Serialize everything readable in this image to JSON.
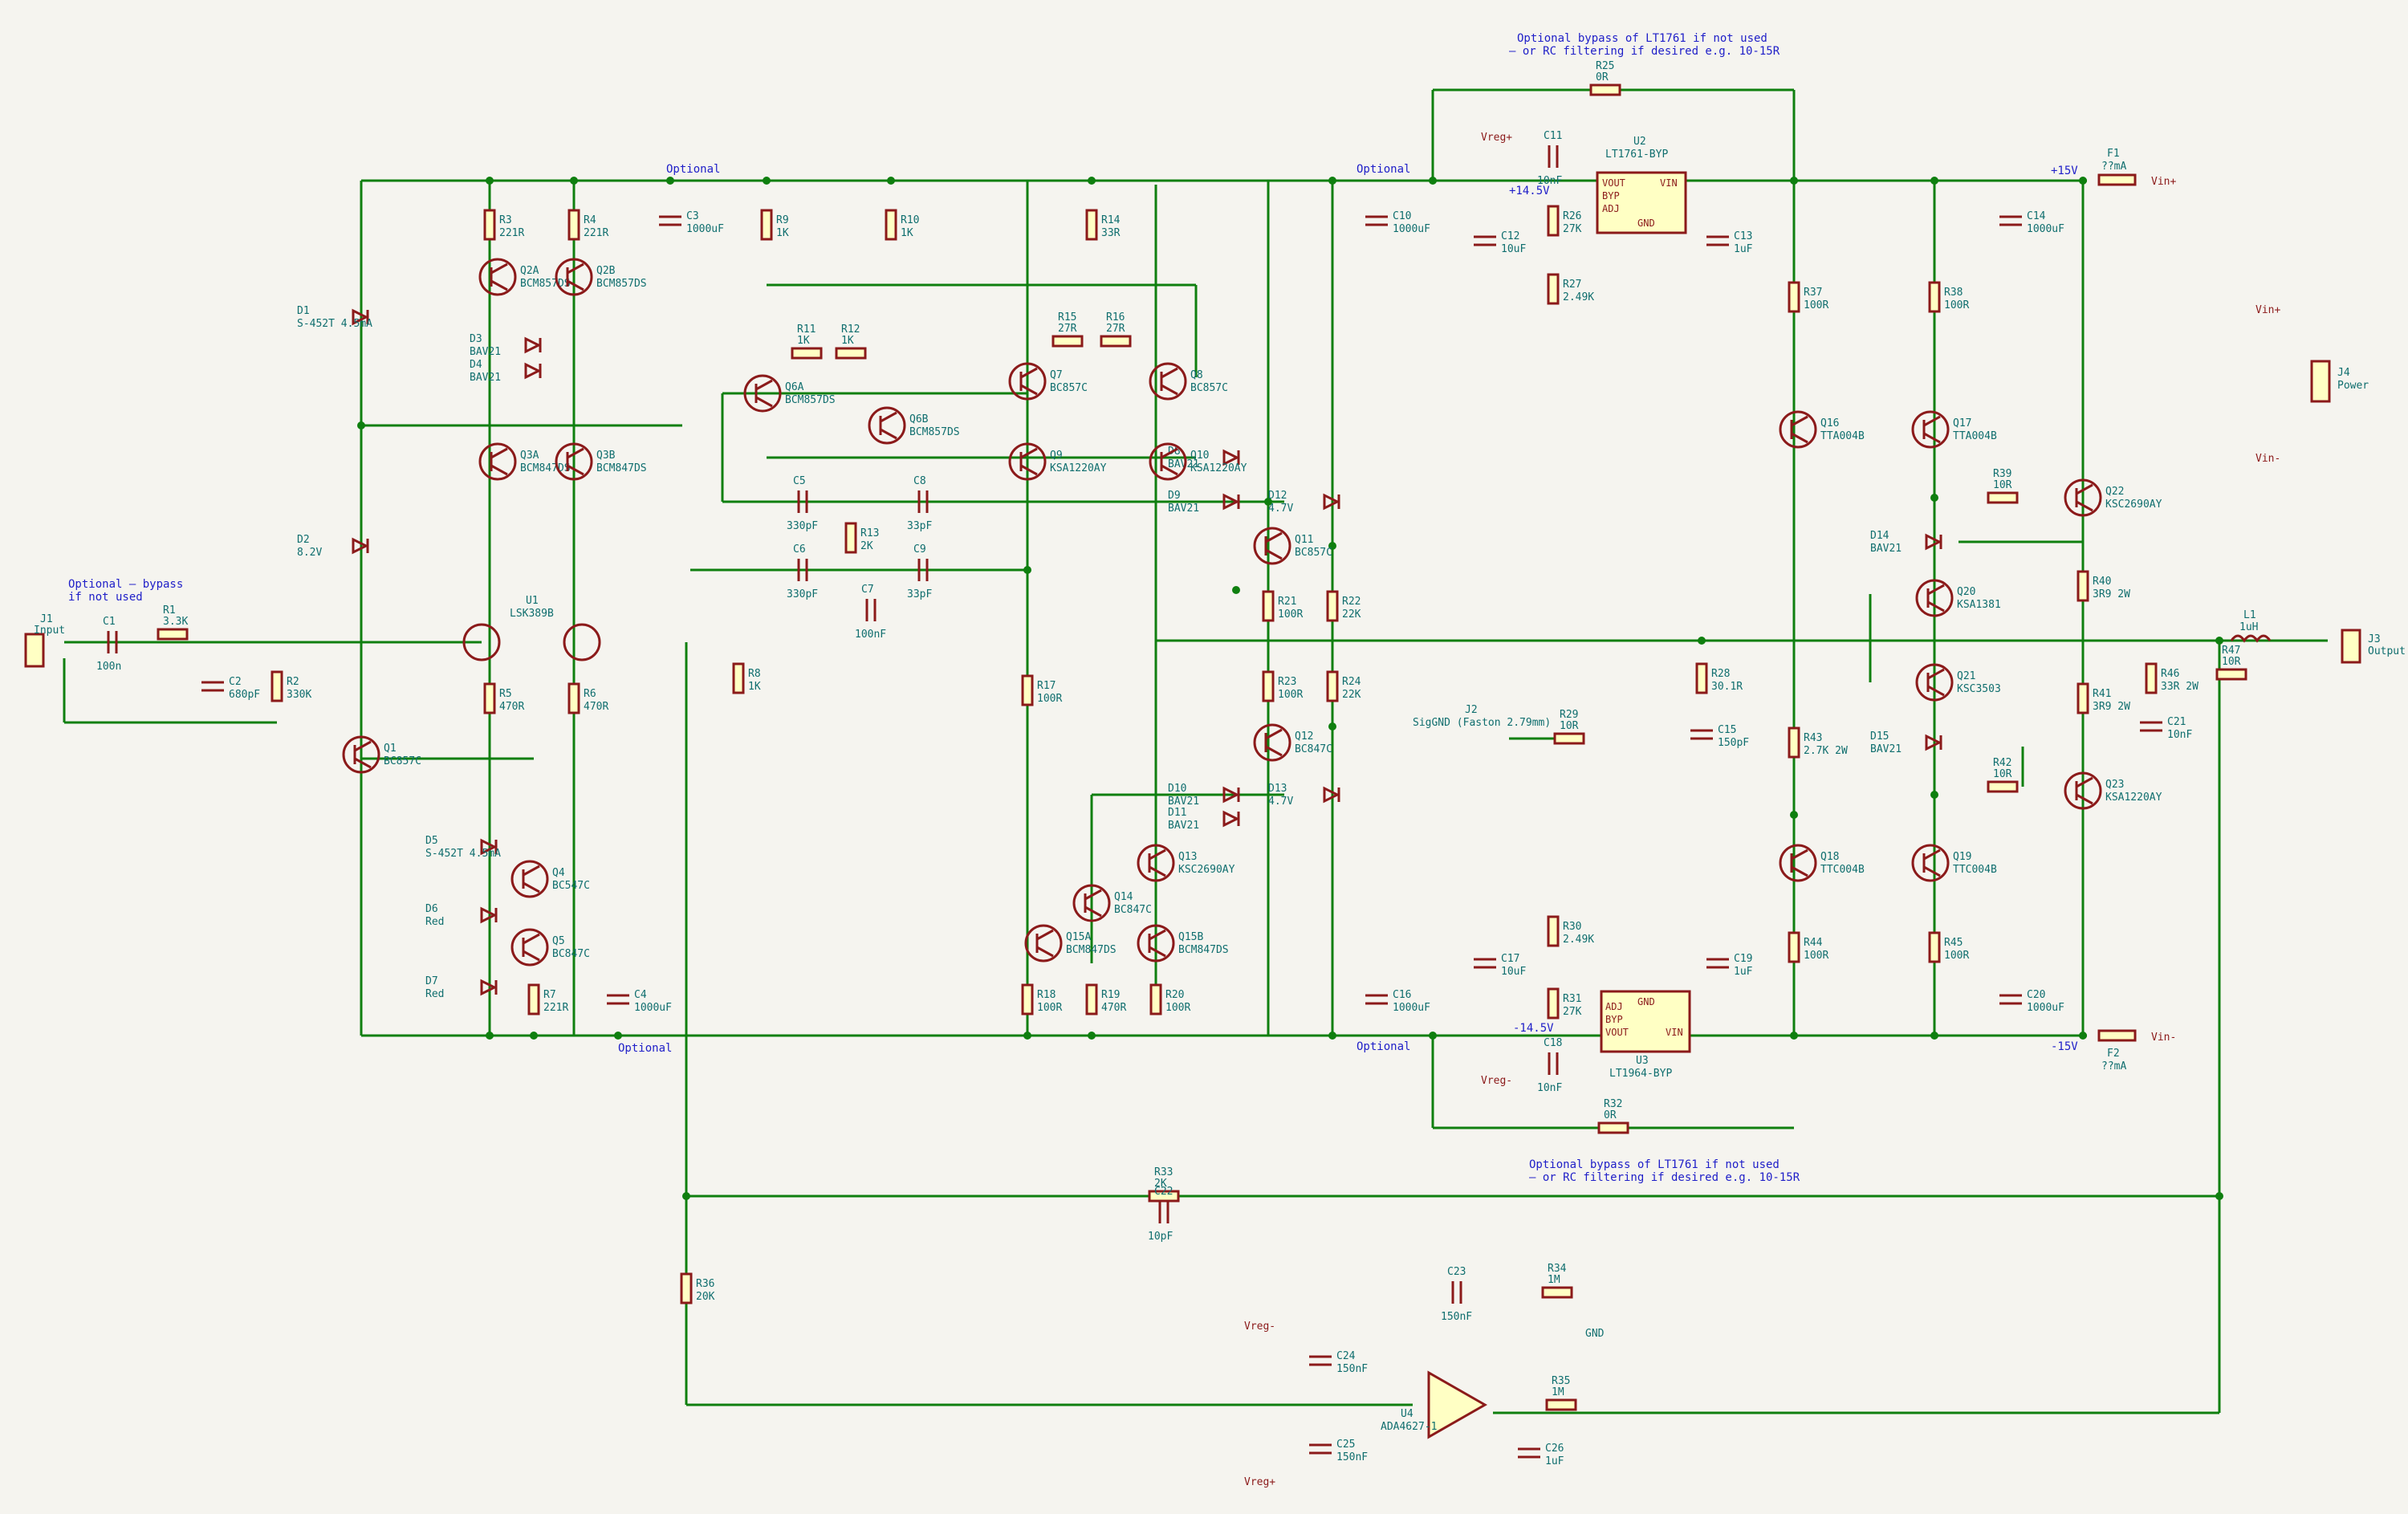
{
  "colors": {
    "wire": "#0f7f0f",
    "component": "#8b1a1a",
    "ic_fill": "#ffffc4",
    "label": "#0f6e6e",
    "note": "#1e1ec8",
    "background": "#f5f4ef"
  },
  "notes": {
    "bypass_top_1": "Optional bypass of LT1761 if not used",
    "bypass_top_2": "– or RC filtering if desired e.g. 10-15R",
    "bypass_bot_1": "Optional bypass of LT1761 if not used",
    "bypass_bot_2": "– or RC filtering if desired e.g. 10-15R",
    "input_bypass_1": "Optional – bypass",
    "input_bypass_2": "if not used",
    "optional": "Optional",
    "plus15": "+15V",
    "minus15": "-15V",
    "plus14_5": "+14.5V",
    "minus14_5": "-14.5V"
  },
  "connectors": {
    "j1": {
      "ref": "J1",
      "value": "Input"
    },
    "j2": {
      "ref": "J2",
      "value": "SigGND (Faston 2.79mm)"
    },
    "j3": {
      "ref": "J3",
      "value": "Output"
    },
    "j4": {
      "ref": "J4",
      "value": "Power"
    }
  },
  "nets": {
    "vin_plus": "Vin+",
    "vin_minus": "Vin-",
    "vreg_plus": "Vreg+",
    "vreg_minus": "Vreg-",
    "gnd": "GND"
  },
  "ics": {
    "u1": {
      "ref": "U1",
      "value": "LSK389B"
    },
    "u2": {
      "ref": "U2",
      "value": "LT1761-BYP",
      "pins": [
        "VOUT",
        "BYP",
        "ADJ",
        "VIN",
        "GND"
      ]
    },
    "u3": {
      "ref": "U3",
      "value": "LT1964-BYP",
      "pins": [
        "ADJ",
        "BYP",
        "VOUT",
        "VIN",
        "GND"
      ]
    },
    "u4": {
      "ref": "U4",
      "value": "ADA4627-1"
    }
  },
  "resistors": [
    {
      "ref": "R1",
      "value": "3.3K"
    },
    {
      "ref": "R2",
      "value": "330K"
    },
    {
      "ref": "R3",
      "value": "221R"
    },
    {
      "ref": "R4",
      "value": "221R"
    },
    {
      "ref": "R5",
      "value": "470R"
    },
    {
      "ref": "R6",
      "value": "470R"
    },
    {
      "ref": "R7",
      "value": "221R"
    },
    {
      "ref": "R8",
      "value": "1K"
    },
    {
      "ref": "R9",
      "value": "1K"
    },
    {
      "ref": "R10",
      "value": "1K"
    },
    {
      "ref": "R11",
      "value": "1K"
    },
    {
      "ref": "R12",
      "value": "1K"
    },
    {
      "ref": "R13",
      "value": "2K"
    },
    {
      "ref": "R14",
      "value": "33R"
    },
    {
      "ref": "R15",
      "value": "27R"
    },
    {
      "ref": "R16",
      "value": "27R"
    },
    {
      "ref": "R17",
      "value": "100R"
    },
    {
      "ref": "R18",
      "value": "100R"
    },
    {
      "ref": "R19",
      "value": "470R"
    },
    {
      "ref": "R20",
      "value": "100R"
    },
    {
      "ref": "R21",
      "value": "100R"
    },
    {
      "ref": "R22",
      "value": "22K"
    },
    {
      "ref": "R23",
      "value": "100R"
    },
    {
      "ref": "R24",
      "value": "22K"
    },
    {
      "ref": "R25",
      "value": "0R"
    },
    {
      "ref": "R26",
      "value": "27K"
    },
    {
      "ref": "R27",
      "value": "2.49K"
    },
    {
      "ref": "R28",
      "value": "30.1R"
    },
    {
      "ref": "R29",
      "value": "10R"
    },
    {
      "ref": "R30",
      "value": "2.49K"
    },
    {
      "ref": "R31",
      "value": "27K"
    },
    {
      "ref": "R32",
      "value": "0R"
    },
    {
      "ref": "R33",
      "value": "2K"
    },
    {
      "ref": "R34",
      "value": "1M"
    },
    {
      "ref": "R35",
      "value": "1M"
    },
    {
      "ref": "R36",
      "value": "20K"
    },
    {
      "ref": "R37",
      "value": "100R"
    },
    {
      "ref": "R38",
      "value": "100R"
    },
    {
      "ref": "R39",
      "value": "10R"
    },
    {
      "ref": "R40",
      "value": "3R9 2W"
    },
    {
      "ref": "R41",
      "value": "3R9 2W"
    },
    {
      "ref": "R42",
      "value": "10R"
    },
    {
      "ref": "R43",
      "value": "2.7K 2W"
    },
    {
      "ref": "R44",
      "value": "100R"
    },
    {
      "ref": "R45",
      "value": "100R"
    },
    {
      "ref": "R46",
      "value": "33R 2W"
    },
    {
      "ref": "R47",
      "value": "10R"
    }
  ],
  "capacitors": [
    {
      "ref": "C1",
      "value": "100n"
    },
    {
      "ref": "C2",
      "value": "680pF"
    },
    {
      "ref": "C3",
      "value": "1000uF"
    },
    {
      "ref": "C4",
      "value": "1000uF"
    },
    {
      "ref": "C5",
      "value": "330pF"
    },
    {
      "ref": "C6",
      "value": "330pF"
    },
    {
      "ref": "C7",
      "value": "100nF"
    },
    {
      "ref": "C8",
      "value": "33pF"
    },
    {
      "ref": "C9",
      "value": "33pF"
    },
    {
      "ref": "C10",
      "value": "1000uF"
    },
    {
      "ref": "C11",
      "value": "10nF"
    },
    {
      "ref": "C12",
      "value": "10uF"
    },
    {
      "ref": "C13",
      "value": "1uF"
    },
    {
      "ref": "C14",
      "value": "1000uF"
    },
    {
      "ref": "C15",
      "value": "150pF"
    },
    {
      "ref": "C16",
      "value": "1000uF"
    },
    {
      "ref": "C17",
      "value": "10uF"
    },
    {
      "ref": "C18",
      "value": "10nF"
    },
    {
      "ref": "C19",
      "value": "1uF"
    },
    {
      "ref": "C20",
      "value": "1000uF"
    },
    {
      "ref": "C21",
      "value": "10nF"
    },
    {
      "ref": "C22",
      "value": "10pF"
    },
    {
      "ref": "C23",
      "value": "150nF"
    },
    {
      "ref": "C24",
      "value": "150nF"
    },
    {
      "ref": "C25",
      "value": "150nF"
    },
    {
      "ref": "C26",
      "value": "1uF"
    }
  ],
  "diodes": [
    {
      "ref": "D1",
      "value": "S-452T 4.5mA"
    },
    {
      "ref": "D2",
      "value": "8.2V"
    },
    {
      "ref": "D3",
      "value": "BAV21"
    },
    {
      "ref": "D4",
      "value": "BAV21"
    },
    {
      "ref": "D5",
      "value": "S-452T 4.5mA"
    },
    {
      "ref": "D6",
      "value": "Red"
    },
    {
      "ref": "D7",
      "value": "Red"
    },
    {
      "ref": "D8",
      "value": "BAV21"
    },
    {
      "ref": "D9",
      "value": "BAV21"
    },
    {
      "ref": "D10",
      "value": "BAV21"
    },
    {
      "ref": "D11",
      "value": "BAV21"
    },
    {
      "ref": "D12",
      "value": "4.7V"
    },
    {
      "ref": "D13",
      "value": "4.7V"
    },
    {
      "ref": "D14",
      "value": "BAV21"
    },
    {
      "ref": "D15",
      "value": "BAV21"
    }
  ],
  "transistors": [
    {
      "ref": "Q1",
      "value": "BC857C"
    },
    {
      "ref": "Q2A",
      "value": "BCM857DS"
    },
    {
      "ref": "Q2B",
      "value": "BCM857DS"
    },
    {
      "ref": "Q3A",
      "value": "BCM847DS"
    },
    {
      "ref": "Q3B",
      "value": "BCM847DS"
    },
    {
      "ref": "Q4",
      "value": "BC547C"
    },
    {
      "ref": "Q5",
      "value": "BC847C"
    },
    {
      "ref": "Q6A",
      "value": "BCM857DS"
    },
    {
      "ref": "Q6B",
      "value": "BCM857DS"
    },
    {
      "ref": "Q7",
      "value": "BC857C"
    },
    {
      "ref": "Q8",
      "value": "BC857C"
    },
    {
      "ref": "Q9",
      "value": "KSA1220AY"
    },
    {
      "ref": "Q10",
      "value": "KSA1220AY"
    },
    {
      "ref": "Q11",
      "value": "BC857C"
    },
    {
      "ref": "Q12",
      "value": "BC847C"
    },
    {
      "ref": "Q13",
      "value": "KSC2690AY"
    },
    {
      "ref": "Q14",
      "value": "BC847C"
    },
    {
      "ref": "Q15A",
      "value": "BCM847DS"
    },
    {
      "ref": "Q15B",
      "value": "BCM847DS"
    },
    {
      "ref": "Q16",
      "value": "TTA004B"
    },
    {
      "ref": "Q17",
      "value": "TTA004B"
    },
    {
      "ref": "Q18",
      "value": "TTC004B"
    },
    {
      "ref": "Q19",
      "value": "TTC004B"
    },
    {
      "ref": "Q20",
      "value": "KSA1381"
    },
    {
      "ref": "Q21",
      "value": "KSC3503"
    },
    {
      "ref": "Q22",
      "value": "KSC2690AY"
    },
    {
      "ref": "Q23",
      "value": "KSA1220AY"
    }
  ],
  "others": {
    "l1": {
      "ref": "L1",
      "value": "1uH"
    },
    "f1": {
      "ref": "F1",
      "value": "??mA"
    },
    "f2": {
      "ref": "F2",
      "value": "??mA"
    }
  }
}
